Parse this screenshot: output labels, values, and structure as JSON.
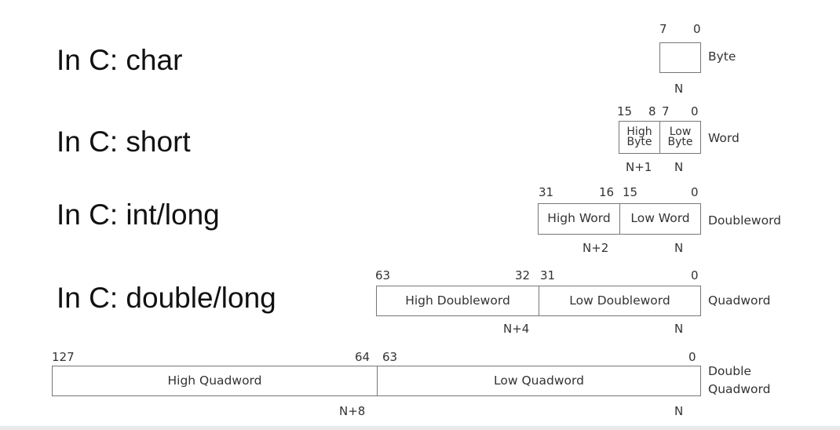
{
  "ctypes": {
    "char": "In C: char",
    "short": "In C: short",
    "int_long": "In C: int/long",
    "double_long": "In C: double/long"
  },
  "byte": {
    "bits": [
      "7",
      "0"
    ],
    "label": "Byte",
    "addr": "N"
  },
  "word": {
    "bits": [
      "15",
      "8",
      "7",
      "0"
    ],
    "high": "High\nByte",
    "low": "Low\nByte",
    "label": "Word",
    "addr_high": "N+1",
    "addr_low": "N"
  },
  "doubleword": {
    "bits": [
      "31",
      "16",
      "15",
      "0"
    ],
    "high": "High Word",
    "low": "Low Word",
    "label": "Doubleword",
    "addr_high": "N+2",
    "addr_low": "N"
  },
  "quadword": {
    "bits": [
      "63",
      "32",
      "31",
      "0"
    ],
    "high": "High Doubleword",
    "low": "Low Doubleword",
    "label": "Quadword",
    "addr_high": "N+4",
    "addr_low": "N"
  },
  "dquadword": {
    "bits": [
      "127",
      "64",
      "63",
      "0"
    ],
    "high": "High Quadword",
    "low": "Low Quadword",
    "label_line1": "Double",
    "label_line2": "Quadword",
    "addr_high": "N+8",
    "addr_low": "N"
  }
}
